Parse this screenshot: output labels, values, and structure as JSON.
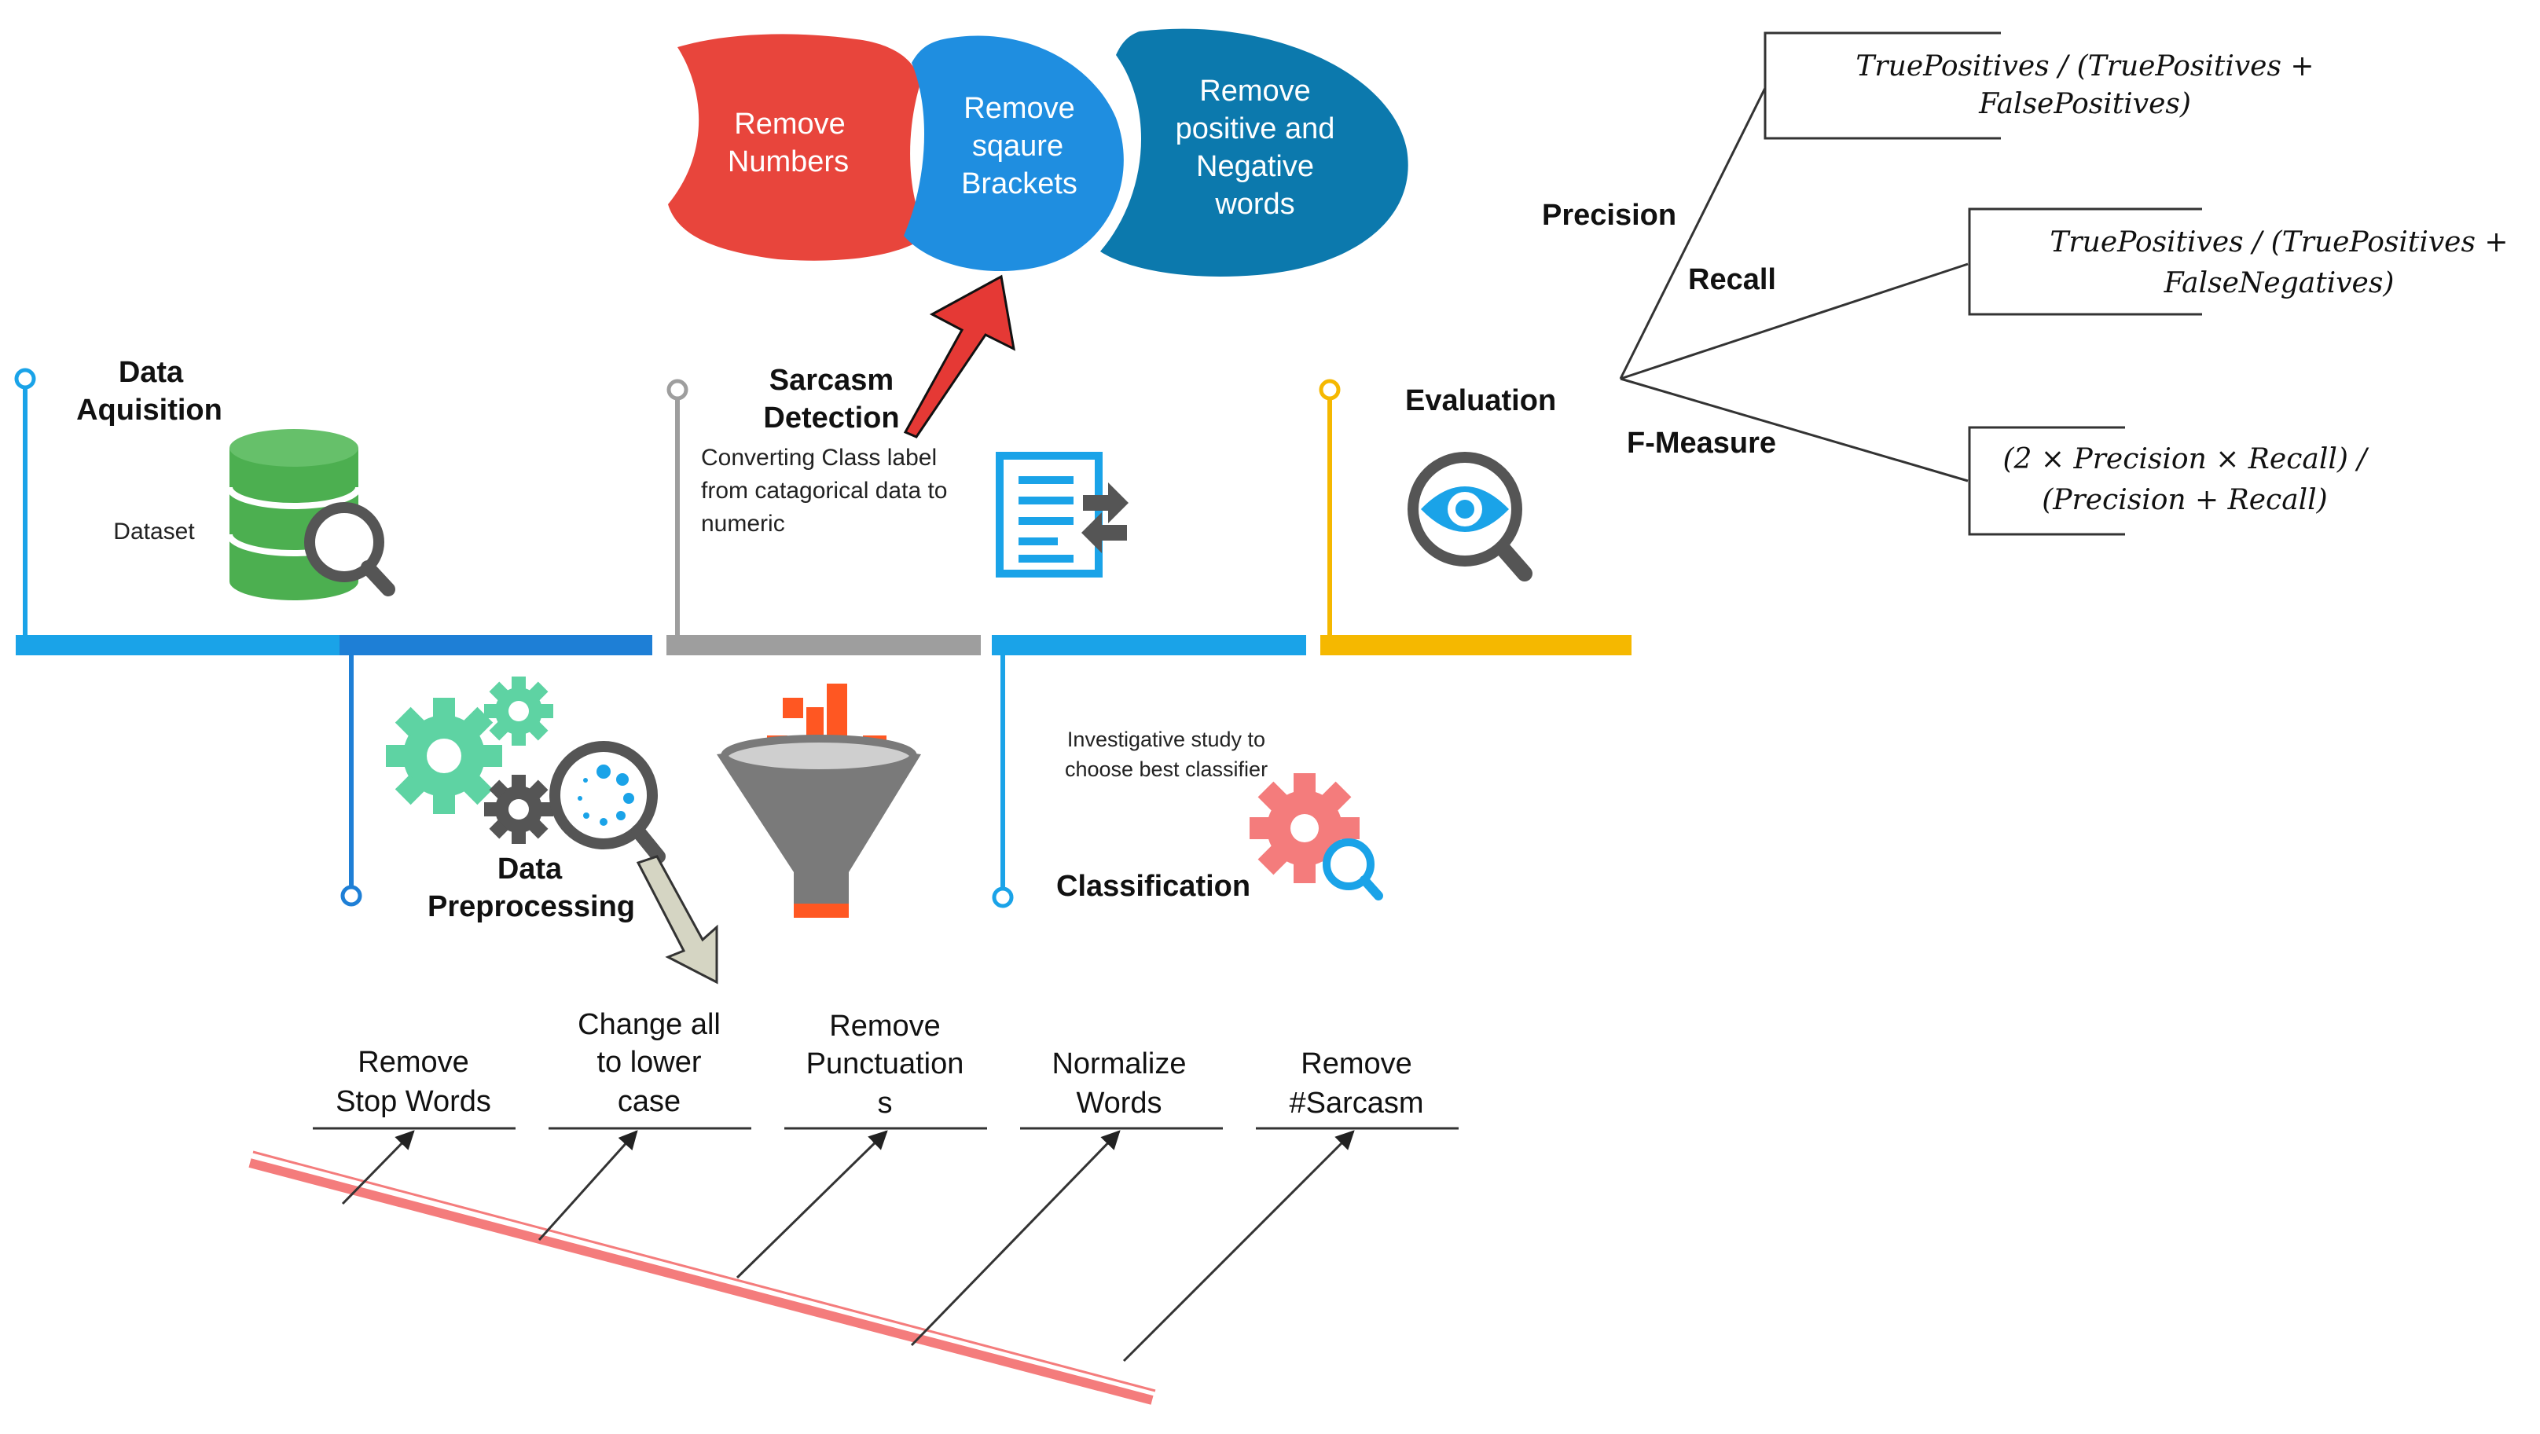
{
  "pipeline": {
    "data_aquisition": {
      "title": [
        "Data",
        "Aquisition"
      ],
      "subtitle": "Dataset",
      "icon": "database-search-icon",
      "color": "#1aa3e8"
    },
    "data_preprocessing": {
      "title": [
        "Data",
        "Preprocessing"
      ],
      "icon": "gears-search-icon",
      "color": "#1e88e5"
    },
    "sarcasm_detection": {
      "title": [
        "Sarcasm",
        "Detection"
      ],
      "description": [
        "Converting Class label",
        "from catagorical data to",
        "numeric"
      ],
      "icons": [
        "funnel-icon",
        "document-exchange-icon"
      ],
      "color": "#9e9e9e"
    },
    "classification": {
      "title": "Classification",
      "description": [
        "Investigative study to",
        "choose best classifier"
      ],
      "icon": "gear-search-icon",
      "color": "#1aa3e8"
    },
    "evaluation": {
      "title": "Evaluation",
      "icon": "eye-search-icon",
      "color": "#f5b800"
    }
  },
  "cleaning_steps": [
    {
      "label": [
        "Remove",
        "Numbers"
      ],
      "color": "#e8453c"
    },
    {
      "label": [
        "Remove",
        "sqaure",
        "Brackets"
      ],
      "color": "#1f8ee0"
    },
    {
      "label": [
        "Remove",
        "positive and",
        "Negative",
        "words"
      ],
      "color": "#0c79ad"
    }
  ],
  "preprocessing_steps": [
    {
      "label": [
        "Remove",
        "Stop Words"
      ]
    },
    {
      "label": [
        "Change all",
        "to lower",
        "case"
      ]
    },
    {
      "label": [
        "Remove",
        "Punctuation",
        "s"
      ]
    },
    {
      "label": [
        "Normalize",
        "Words"
      ]
    },
    {
      "label": [
        "Remove",
        "#Sarcasm"
      ]
    }
  ],
  "metrics": [
    {
      "name": "Precision",
      "formula": [
        "TruePositives / (TruePositives +",
        "FalsePositives)"
      ]
    },
    {
      "name": "Recall",
      "formula": [
        "TruePositives / (TruePositives +",
        "FalseNegatives)"
      ]
    },
    {
      "name": "F-Measure",
      "formula": [
        "(2 × Precision × Recall) /",
        "(Precision + Recall)"
      ]
    }
  ],
  "colors": {
    "accent_red_arrow": "#e53935",
    "fishbone_line": "#f47c7c",
    "gear_green": "#5ed3a3",
    "gear_dark": "#555555",
    "database_green": "#4caf50",
    "funnel_gray": "#7a7a7a",
    "funnel_orange": "#ff5722",
    "doc_blue": "#1aa3e8",
    "gear_pink": "#f47c7c"
  }
}
